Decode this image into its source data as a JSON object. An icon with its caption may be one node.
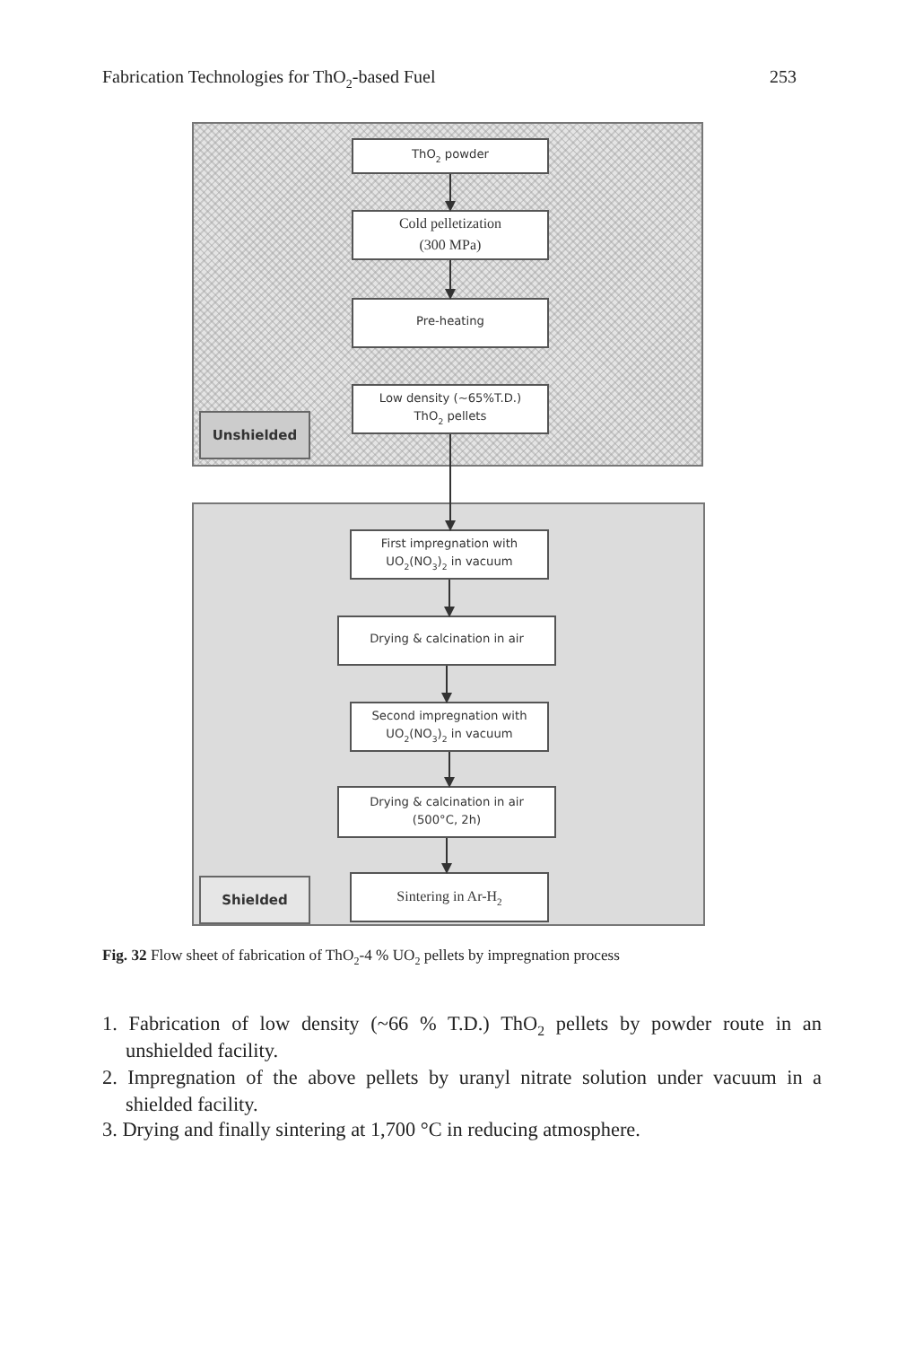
{
  "diagram": {
    "title": "Fabrication Technologies for ThO$_{2}$-based Fuel",
    "caption": "**Fig. 32** Flow sheet of fabrication of ThO$_{2}$-4 % UO$_{2}$ pellets by impregnation process",
    "nodes": [
      {
        "text": [],
        "shape": "box"
      },
      {
        "text": [
          "ThO$_{2}$ powder"
        ],
        "in": 0
      },
      {
        "text": [
          "Cold pelletization (300 MPa)"
        ],
        "in": 0
      },
      {
        "text": [
          "Pre-heating"
        ],
        "in": 0
      },
      {
        "text": [
          "Low density (~65%T.D.) ThO$_{2}$ pellets"
        ],
        "in": 0
      },
      {
        "text": [
          "Unshielded"
        ],
        "in": 0
      },
      {
        "text": [],
        "shape": "box"
      },
      {
        "text": [
          "First impregnation with UO$_{2}$(NO$_{3}$)$_{2}$ in vacuum"
        ],
        "in": 6
      },
      {
        "text": [
          "Drying & calcination in air"
        ],
        "in": 6
      },
      {
        "text": [
          "Second impregnation with UO$_{2}$(NO$_{3}$)$_{2}$ in vacuum"
        ],
        "in": 6
      },
      {
        "text": [
          "Drying & calcination in air (500°C, 2h)"
        ],
        "in": 6
      },
      {
        "text": [
          "Sintering in Ar-H$_{2}$"
        ],
        "in": 6
      },
      {
        "text": [
          "Shielded"
        ],
        "in": 6
      }
    ],
    "edges": [
      {
        "from": 1,
        "to": 2,
        "arrow": "to"
      },
      {
        "from": 2,
        "to": 3,
        "arrow": "to"
      },
      {
        "from": 4,
        "to": 7,
        "arrow": "to"
      },
      {
        "from": 7,
        "to": 8,
        "arrow": "to"
      },
      {
        "from": 8,
        "to": 9,
        "arrow": "to"
      },
      {
        "from": 9,
        "to": 10,
        "arrow": "to"
      },
      {
        "from": 10,
        "to": 11,
        "arrow": "to"
      }
    ],
    "labels": [
      "253",
      "1. Fabrication of low density (~66 % T.D.) ThO$_{2}$ pellets by powder route in an unshielded facility.",
      "2. Impregnation of the above pellets by uranyl nitrate solution under vacuum in a shielded facility.",
      "3. Drying and finally sintering at 1,700 °C in reducing atmosphere."
    ]
  }
}
